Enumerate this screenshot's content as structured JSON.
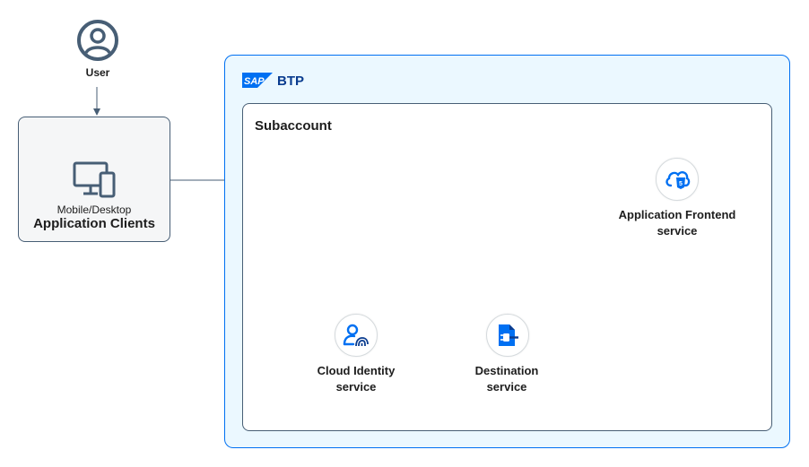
{
  "user": {
    "label": "User",
    "icon": "user-icon"
  },
  "client": {
    "subtitle": "Mobile/Desktop",
    "title": "Application Clients",
    "icon": "desktop-mobile-icon"
  },
  "btp": {
    "logo_text": "SAP",
    "label": "BTP"
  },
  "subaccount": {
    "label": "Subaccount"
  },
  "services": {
    "app_frontend": {
      "line1": "Application Frontend",
      "line2": "service",
      "icon": "cloud-html5-icon"
    },
    "cloud_identity": {
      "line1": "Cloud Identity",
      "line2": "service",
      "icon": "identity-fingerprint-icon"
    },
    "destination": {
      "line1": "Destination",
      "line2": "service",
      "icon": "destination-plug-icon"
    }
  },
  "colors": {
    "btp_border": "#0070f2",
    "btp_fill": "#ebf8ff",
    "box_border": "#475e75",
    "connector": "#475e75",
    "icon_blue": "#0070f2"
  }
}
